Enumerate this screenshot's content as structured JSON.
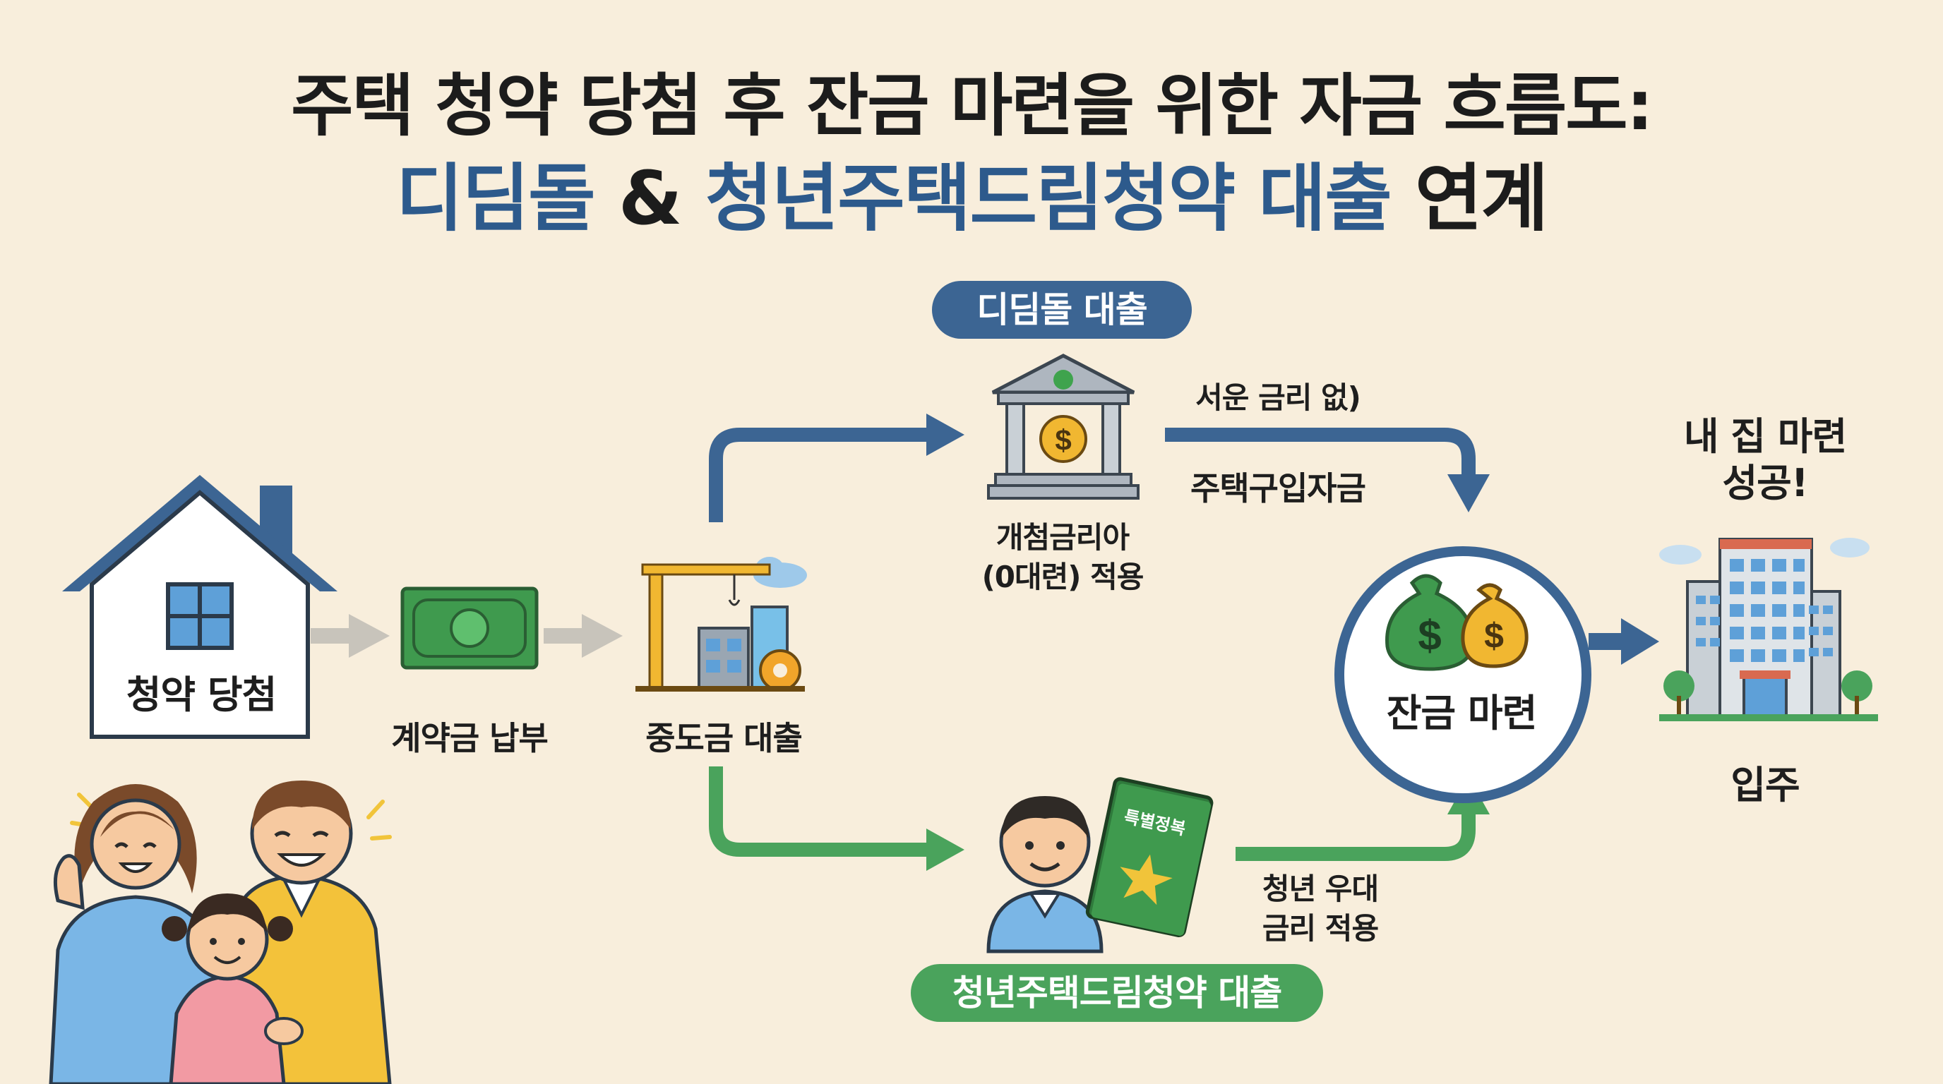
{
  "title": {
    "line1": "주택 청약 당첨 후 잔금 마련을 위한 자금 흐름도:",
    "line2_part1": "디딤돌",
    "line2_amp": " & ",
    "line2_part2": "청년주택드림청약 대출",
    "line2_part3": " 연계"
  },
  "steps": {
    "win": "청약 당첨",
    "deposit": "계약금 납부",
    "interim": "중도금 대출",
    "balance": "잔금 마련",
    "movein": "입주",
    "success_line1": "내 집 마련",
    "success_line2": "성공!"
  },
  "didimdol": {
    "pill": "디딤돌 대출",
    "note_top": "서운 금리 없)",
    "note_purpose": "주택구입자금",
    "bank_line1": "개첨금리아",
    "bank_line2": "(0대련) 적용"
  },
  "youth": {
    "pill": "청년주택드림청약 대출",
    "book_label": "특별정복",
    "note_line1": "청년 우대",
    "note_line2": "금리 적용"
  },
  "icons": [
    "house-icon",
    "money-bill-icon",
    "construction-icon",
    "bank-icon",
    "money-bags-icon",
    "apartment-icon",
    "young-man-icon",
    "passbook-icon",
    "family-illustration"
  ],
  "colors": {
    "background": "#f8eedc",
    "blue": "#3c6593",
    "green": "#4aa35c",
    "gray_arrow": "#c8c4bb"
  }
}
